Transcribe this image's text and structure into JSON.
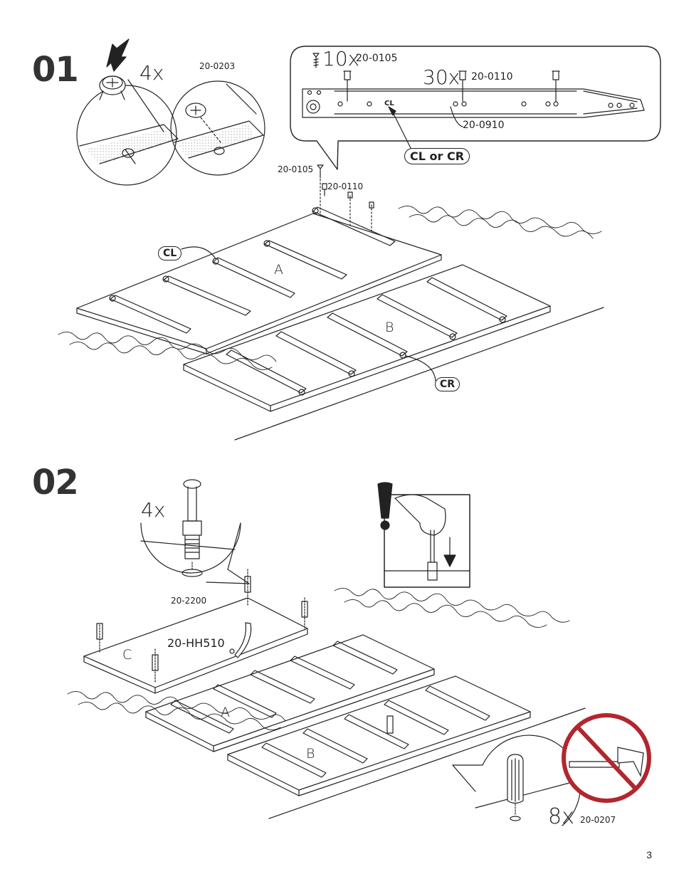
{
  "page_number": "3",
  "steps": [
    {
      "number": "01",
      "callout_qty": "4x",
      "callout_part": "20-0203",
      "rail_box": {
        "screw_qty": "10x",
        "screw_part": "20-0105",
        "bolt_qty": "30x",
        "bolt_part": "20-0110",
        "rail_side_label": "CL",
        "rail_part": "20-0910",
        "rail_choice": "CL or CR"
      },
      "assembly_screw_part": "20-0105",
      "assembly_bolt_part": "20-0110",
      "badge_left": "CL",
      "badge_right": "CR",
      "panel_a": "A",
      "panel_b": "B"
    },
    {
      "number": "02",
      "callout_qty": "4x",
      "callout_part": "20-2200",
      "handle_part": "20-HH510",
      "panel_c": "C",
      "panel_a": "A",
      "panel_b": "B",
      "dowel_qty": "8x",
      "dowel_part": "20-0207"
    }
  ]
}
